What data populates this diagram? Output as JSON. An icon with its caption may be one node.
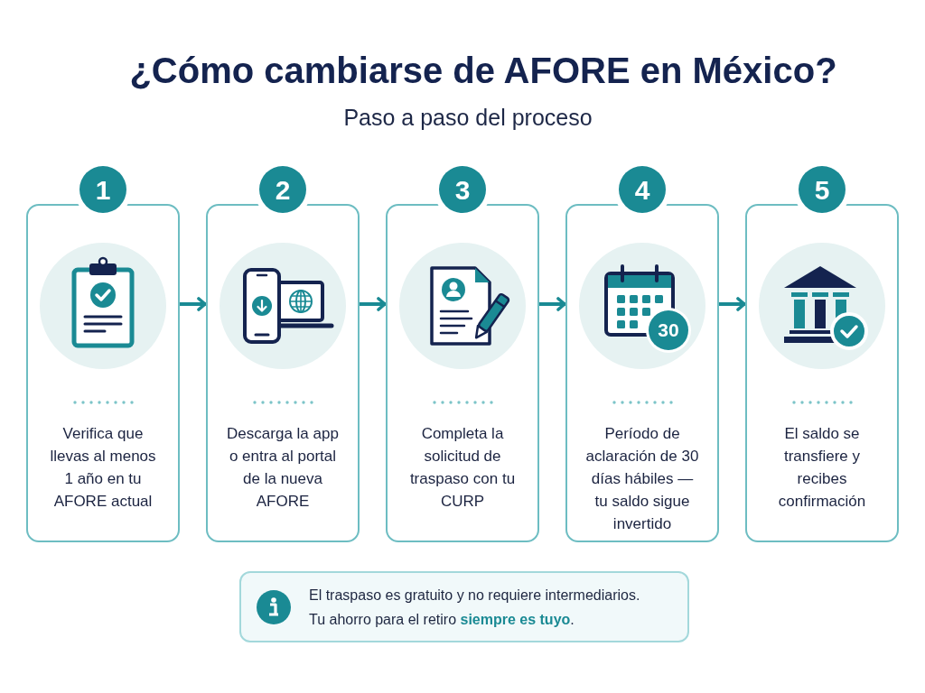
{
  "diagram": {
    "title": "¿Cómo cambiarse de AFORE en México?",
    "nodes": [
      {
        "text": [
          "1"
        ]
      },
      {
        "text": [
          "Verifica que llevas al menos 1 año en tu AFORE actual"
        ]
      },
      {
        "text": [
          "2"
        ]
      },
      {
        "text": [
          "Descarga la app o entra al portal de la nueva AFORE"
        ]
      },
      {
        "text": [
          "3"
        ]
      },
      {
        "text": [
          "Completa la solicitud de traspaso con tu CURP"
        ]
      },
      {
        "text": [
          "4"
        ]
      },
      {
        "text": [
          "Período de aclaración de 30 días hábiles — tu saldo sigue invertido"
        ]
      },
      {
        "text": [
          "5"
        ]
      },
      {
        "text": [
          "El saldo se transfiere y recibes confirmación"
        ]
      },
      {
        "text": [
          "El traspaso es gratuito y no requiere intermediarios. Tu ahorro para el retiro **siempre es tuyo**."
        ]
      }
    ],
    "edges": [
      {
        "from": 1,
        "to": 3,
        "arrow": "to"
      },
      {
        "from": 3,
        "to": 5,
        "arrow": "to"
      },
      {
        "from": 5,
        "to": 7,
        "arrow": "to"
      },
      {
        "from": 7,
        "to": 9,
        "arrow": "to"
      }
    ],
    "labels": [
      "Paso a paso del proceso",
      "30"
    ]
  }
}
